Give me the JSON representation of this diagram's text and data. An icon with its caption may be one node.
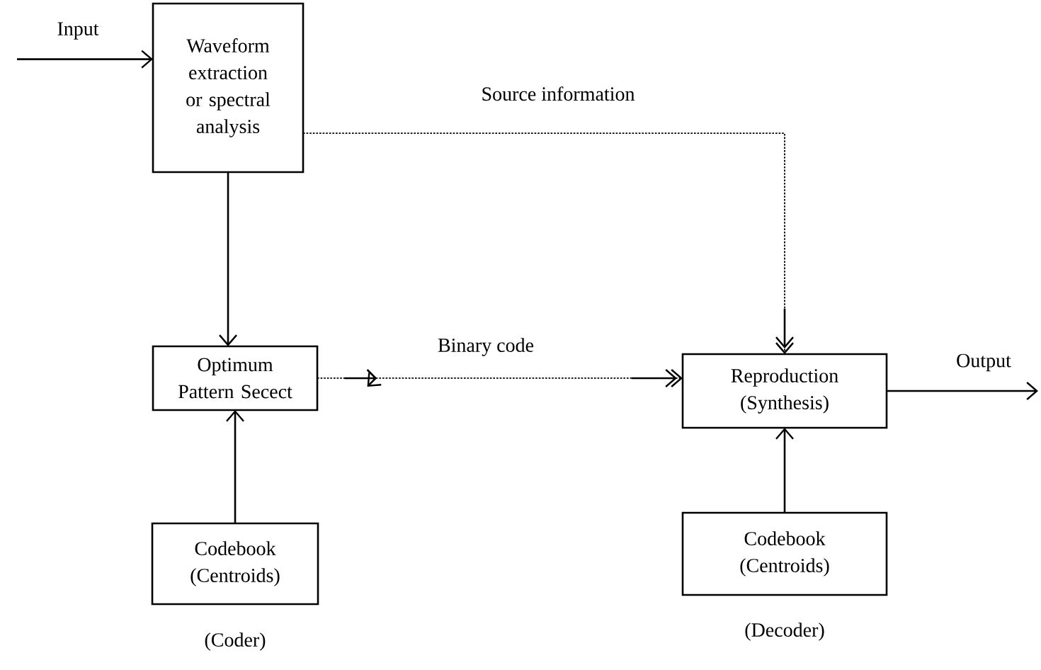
{
  "diagram": {
    "nodes": [
      {
        "text": [
          "Waveform extraction or spectral analysis"
        ]
      },
      {
        "text": [
          "Optimum Pattern Secect"
        ]
      },
      {
        "text": [
          "Codebook (Centroids)"
        ],
        "beside": [
          "(Coder)"
        ]
      },
      {
        "text": [
          "Reproduction (Synthesis)"
        ]
      },
      {
        "text": [
          "Codebook (Centroids)"
        ],
        "beside": [
          "(Decoder)"
        ]
      }
    ],
    "edges": [
      {
        "from": null,
        "to": 0,
        "arrow": "to",
        "label": "Input"
      },
      {
        "from": 0,
        "to": 1,
        "arrow": "to"
      },
      {
        "from": 0,
        "to": 3,
        "arrow": "to",
        "style": "dashed",
        "label": "Source information"
      },
      {
        "from": 1,
        "to": 3,
        "arrow": "to",
        "style": "dashed",
        "label": "Binary code"
      },
      {
        "from": 2,
        "to": 1,
        "arrow": "to"
      },
      {
        "from": 4,
        "to": 3,
        "arrow": "to"
      },
      {
        "from": 3,
        "to": null,
        "arrow": "to",
        "label": "Output"
      }
    ]
  }
}
